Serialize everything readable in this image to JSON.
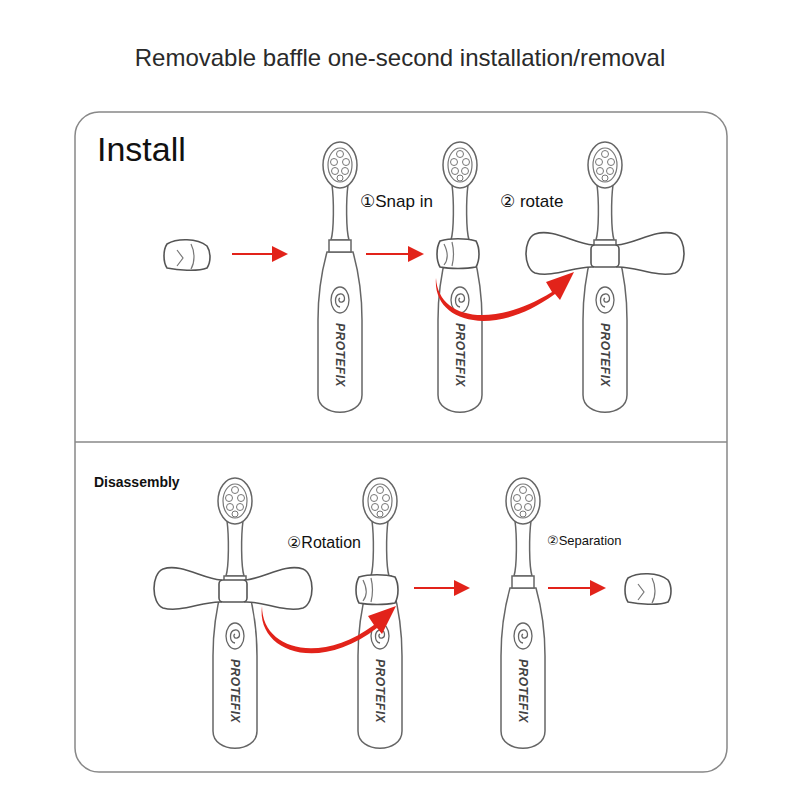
{
  "diagram": {
    "title": "Removable baffle one-second installation/removal",
    "nodes": [
      {
        "text": [
          "Install"
        ]
      },
      {
        "text": [
          "Disassembly"
        ]
      }
    ],
    "labels": [
      "①Snap in",
      "② rotate",
      "PROTEFIX",
      "PROTEFIX",
      "PROTEFIX",
      "②Rotation",
      "②Separation",
      "PROTEFIX",
      "PROTEFIX",
      "PROTEFIX"
    ]
  }
}
